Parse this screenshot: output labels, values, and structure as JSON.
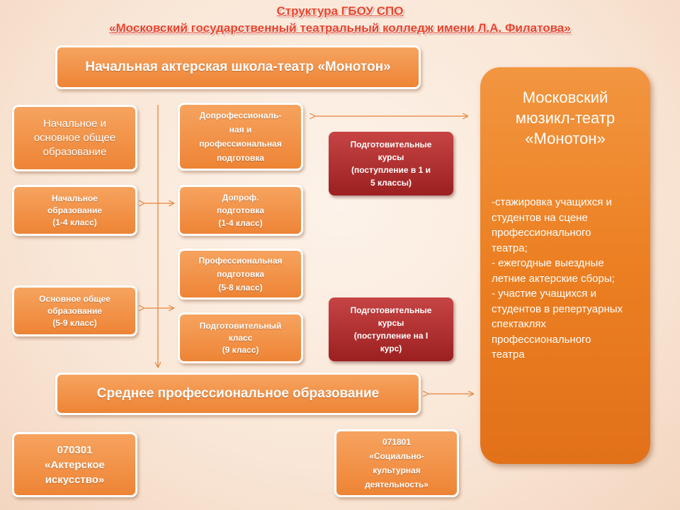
{
  "title": {
    "line1": "Структура  ГБОУ СПО",
    "line2": "«Московский  государственный  театральный  колледж имени Л.А. Филатова»"
  },
  "top_box": "Начальная актерская школа-театр «Монотон»",
  "left_column": [
    {
      "lines": [
        "Начальное и",
        "основное общее",
        "образование"
      ]
    },
    {
      "lines": [
        "Начальное",
        "образование",
        "(1-4 класс)"
      ]
    },
    {
      "lines": [
        "Основное общее",
        "образование",
        "(5-9 класс)"
      ]
    }
  ],
  "middle_column": [
    {
      "lines": [
        "Допрофессиональ-",
        "ная и",
        "профессиональная",
        "подготовка"
      ]
    },
    {
      "lines": [
        "Допроф.",
        "подготовка",
        "(1-4 класс)"
      ]
    },
    {
      "lines": [
        "Профессиональная",
        "подготовка",
        "(5-8 класс)"
      ]
    },
    {
      "lines": [
        "Подготовительный",
        "класс",
        "(9 класс)"
      ]
    }
  ],
  "prep_courses": [
    {
      "lines": [
        "Подготовительные",
        "курсы",
        "(поступление в 1  и",
        "5 классы)"
      ]
    },
    {
      "lines": [
        "Подготовительные",
        "курсы",
        "(поступление на I",
        "курс)"
      ]
    }
  ],
  "theatre": {
    "title_lines": [
      "Московский",
      "мюзикл-театр",
      "«Монотон»"
    ],
    "description": "-стажировка учащихся и\nстудентов на сцене\nпрофессионального\nтеатра;\n- ежегодные выездные\nлетние актерские сборы;\n- участие учащихся и\nстудентов в репертуарных\nспектаклях\nпрофессионального\nтеатра"
  },
  "secondary_box": "Среднее профессиональное образование",
  "specialties": [
    {
      "lines": [
        "070301",
        "«Актерское",
        "искусство»"
      ]
    },
    {
      "lines": [
        "071801",
        "«Социально-",
        "культурная",
        "деятельность»"
      ]
    }
  ],
  "colors": {
    "box_fill": "#ee8435",
    "prep_fill": "#a82828",
    "theatre_fill": "#ec7f22",
    "title_text": "#e8442c",
    "connector": "#e8843c"
  }
}
